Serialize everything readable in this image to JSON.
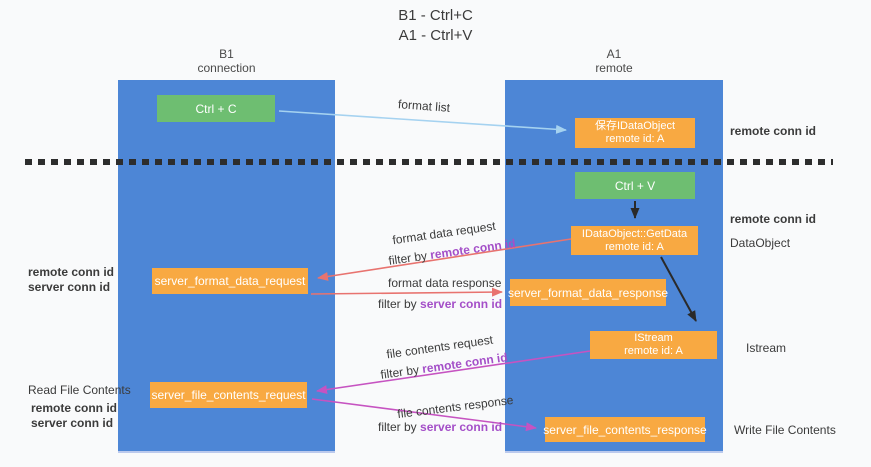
{
  "colors": {
    "bg": "#f9fafb",
    "column-blue": "#4d86d6",
    "box-green": "#6ebe71",
    "box-orange": "#f8a942",
    "arrow-lightblue": "#a5d2f0",
    "arrow-salmon": "#e8736f",
    "arrow-magenta": "#c653c1",
    "arrow-black": "#2a2a2a",
    "text-dark": "#3b3b3b",
    "text-purple": "#a44fc8",
    "text-green": "#57b65b",
    "dash": "#2d2d2d"
  },
  "title": {
    "line1": "B1 - Ctrl+C",
    "line2": "A1 - Ctrl+V"
  },
  "lanes": {
    "left": {
      "name": "B1",
      "subtitle": "connection"
    },
    "right": {
      "name": "A1",
      "subtitle": "remote"
    }
  },
  "nodes": {
    "ctrl_c": {
      "label": "Ctrl + C"
    },
    "ctrl_v": {
      "label": "Ctrl + V"
    },
    "save_dataobject": {
      "line1": "保存IDataObject",
      "line2": "remote id: A"
    },
    "getdata": {
      "line1": "IDataObject::GetData",
      "line2": "remote id: A"
    },
    "istream": {
      "line1": "IStream",
      "line2": "remote id: A"
    },
    "format_request": {
      "label": "server_format_data_request"
    },
    "format_response": {
      "label": "server_format_data_response"
    },
    "file_request": {
      "label": "server_file_contents_request"
    },
    "file_response": {
      "label": "server_file_contents_response"
    }
  },
  "annotations": {
    "remote_conn_top": "remote conn id",
    "remote_conn_mid": "remote conn id",
    "dataobject": "DataObject",
    "istream": "Istream",
    "write_file": "Write File Contents",
    "read_file": "Read File Contents",
    "left_remote_format": "remote conn id",
    "left_server_format": "server conn id",
    "left_remote_file": "remote conn id",
    "left_server_file": "server conn id"
  },
  "edges": {
    "format_list": "format list",
    "format_data_request": "format data request",
    "format_data_response": "format data response",
    "file_contents_request": "file contents request",
    "file_contents_response": "file contents response",
    "filter_prefix": "filter by ",
    "remote_conn_id": "remote conn id",
    "server_conn_id": "server conn id"
  }
}
